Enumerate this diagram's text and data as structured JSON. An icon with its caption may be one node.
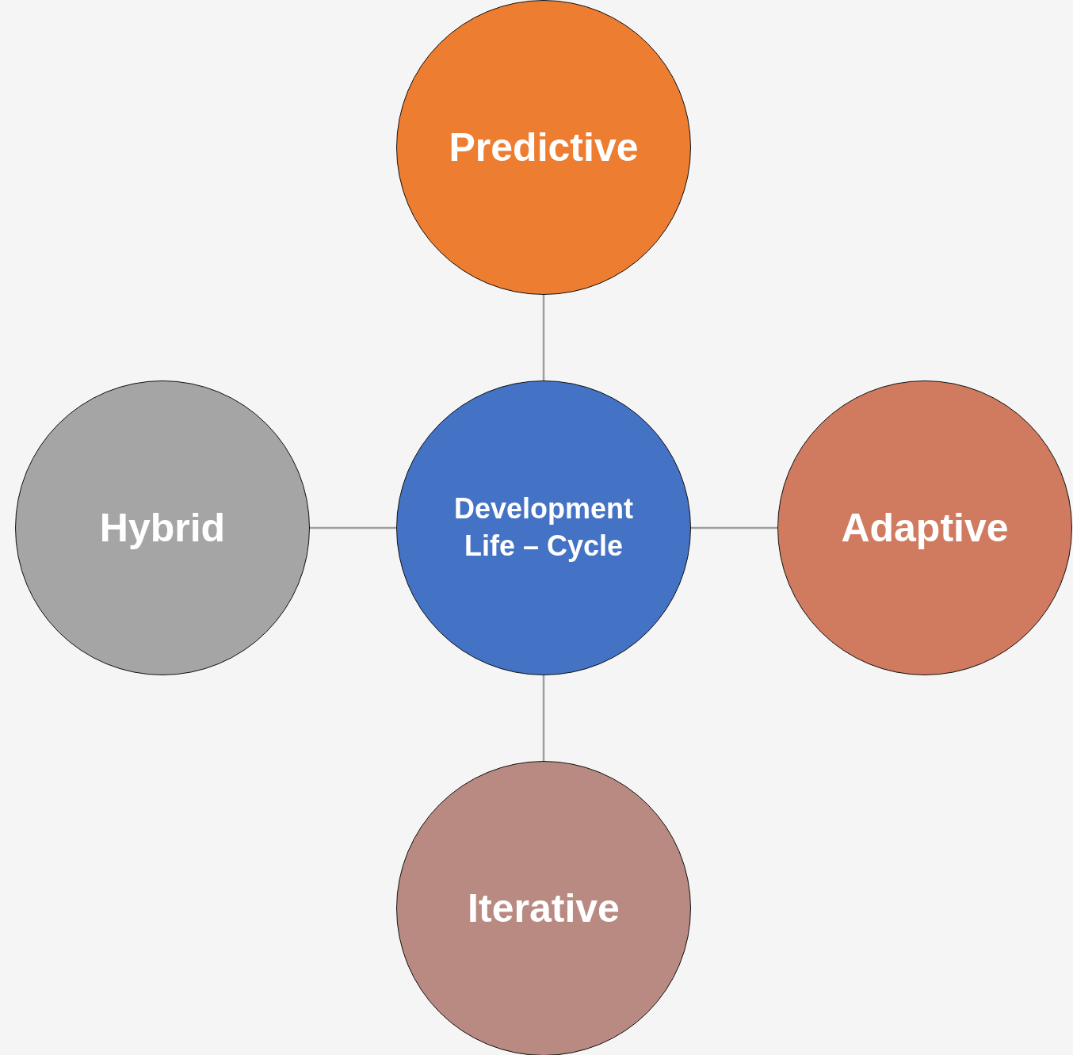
{
  "diagram": {
    "nodes": [
      {
        "text": [
          "Predictive"
        ]
      },
      {
        "text": [
          "Hybrid"
        ]
      },
      {
        "text": [
          "Development Life – Cycle"
        ]
      },
      {
        "text": [
          "Adaptive"
        ]
      },
      {
        "text": [
          "Iterative"
        ]
      }
    ],
    "edges": [
      {
        "from": 2,
        "to": 0,
        "arrow": "none"
      },
      {
        "from": 2,
        "to": 1,
        "arrow": "none"
      },
      {
        "from": 2,
        "to": 3,
        "arrow": "none"
      },
      {
        "from": 2,
        "to": 4,
        "arrow": "none"
      }
    ]
  }
}
